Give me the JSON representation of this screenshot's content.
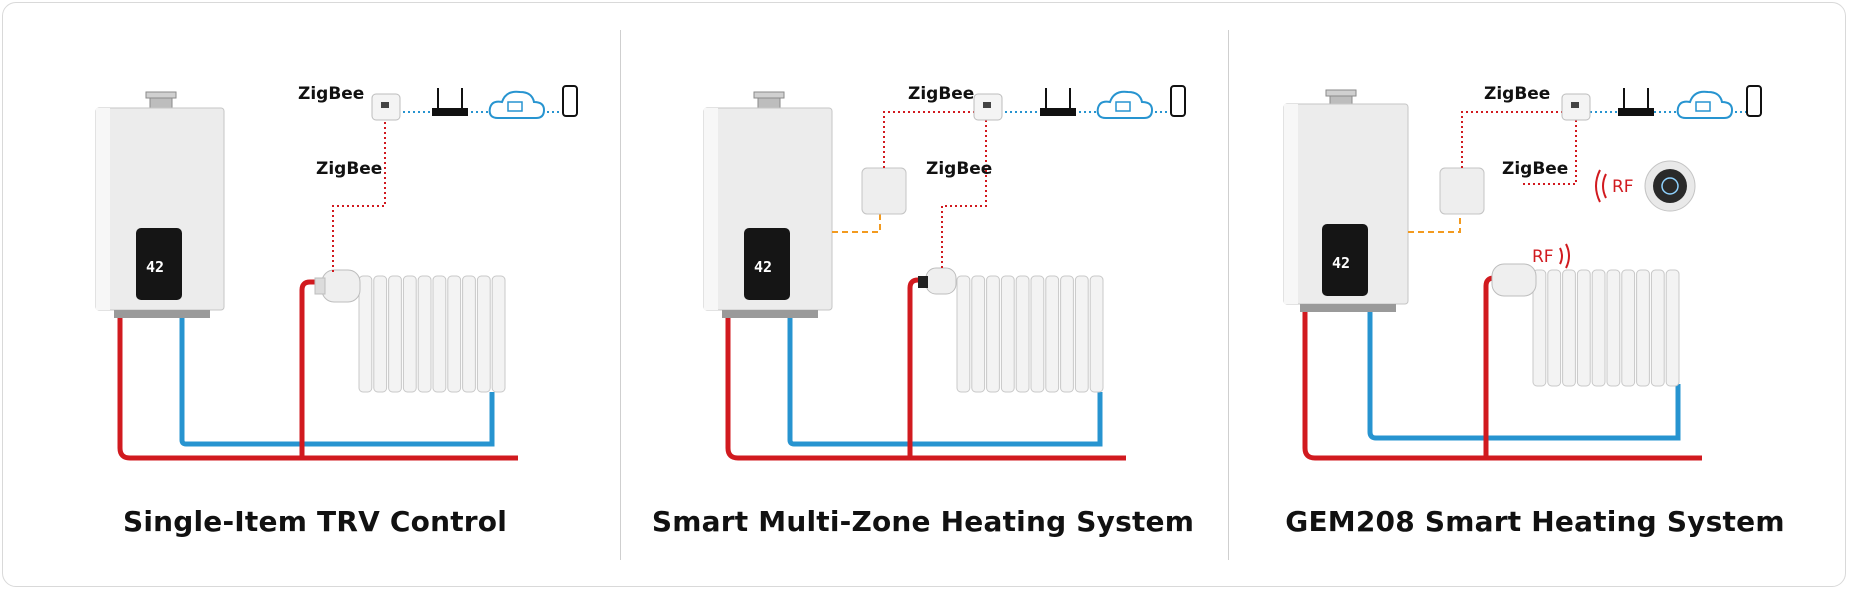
{
  "panels": [
    {
      "caption": "Single-Item TRV Control",
      "zigbee_top": "ZigBee",
      "zigbee_mid": "ZigBee",
      "display": "42"
    },
    {
      "caption": "Smart Multi-Zone Heating System",
      "zigbee_top": "ZigBee",
      "zigbee_mid": "ZigBee",
      "display": "42"
    },
    {
      "caption": "GEM208 Smart Heating System",
      "zigbee_top": "ZigBee",
      "zigbee_mid": "ZigBee",
      "rf_thermostat": "RF",
      "rf_trv": "RF",
      "display": "42"
    }
  ],
  "colors": {
    "hot_pipe": "#d11a1f",
    "cold_pipe": "#2794d0",
    "zigbee_link": "#d11a1f",
    "wifi_link": "#2794d0",
    "wired_link": "#f29a1f"
  },
  "icons": [
    "boiler-icon",
    "zigbee-gateway-icon",
    "router-icon",
    "cloud-icon",
    "smartphone-icon",
    "trv-icon",
    "radiator-icon",
    "receiver-icon",
    "thermostat-icon",
    "rf-wave-icon"
  ]
}
